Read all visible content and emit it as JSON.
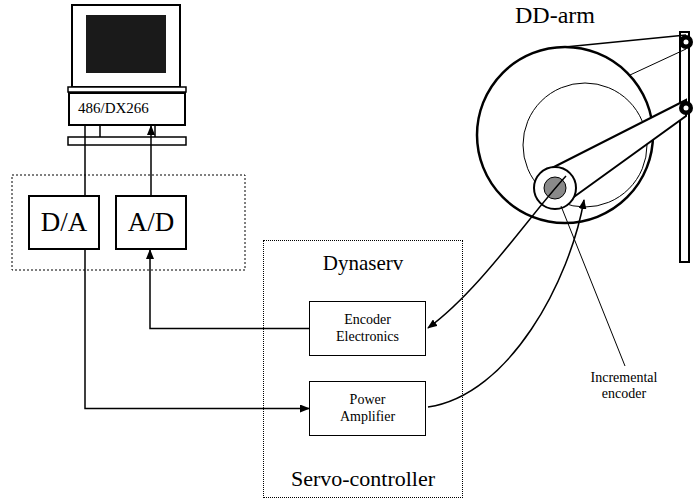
{
  "diagram": {
    "nodes": [
      {
        "text": [
          "486/DX266"
        ]
      },
      {
        "text": [
          "D/A"
        ]
      },
      {
        "text": [
          "A/D"
        ]
      },
      {
        "text": [
          "Dynaserv",
          "Servo-controller"
        ]
      },
      {
        "text": [
          "Encoder Electronics"
        ],
        "in": 3
      },
      {
        "text": [
          "Power Amplifier"
        ],
        "in": 3
      }
    ],
    "edges": [
      {
        "from": 0,
        "to": 1,
        "arrow": "none"
      },
      {
        "from": 2,
        "to": 0,
        "arrow": "to"
      },
      {
        "from": 1,
        "to": 5,
        "arrow": "to"
      },
      {
        "from": 4,
        "to": 2,
        "arrow": "to"
      }
    ],
    "labels": [
      "DD-arm",
      "Incremental encoder"
    ]
  }
}
